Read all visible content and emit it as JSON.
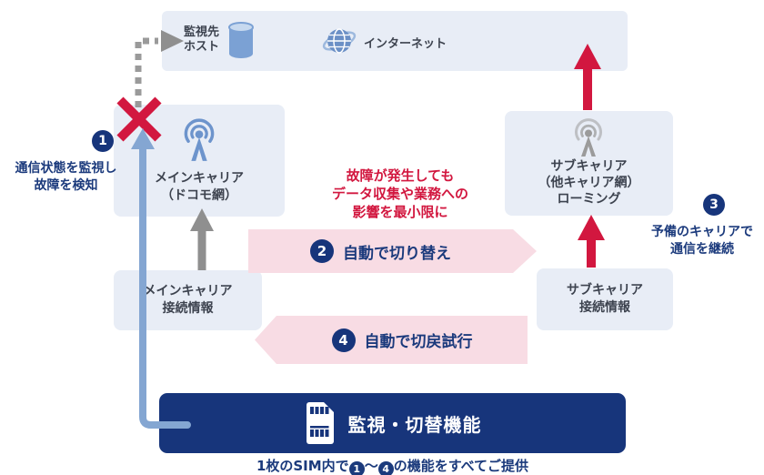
{
  "colors": {
    "navy": "#17357b",
    "navy_text": "#1b3a7c",
    "crimson": "#d2173f",
    "box_blue": "#e8edf6",
    "pink_banner": "#f8dce4",
    "steel_blue_line": "#84a6d2",
    "gray_arrow": "#8f8f8f",
    "icon_blue": "#6d94cc",
    "icon_gray": "#9b9b9b",
    "dark_text": "#3d434f"
  },
  "top_box": {
    "monitor_host_line1": "監視先",
    "monitor_host_line2": "ホスト",
    "internet_label": "インターネット"
  },
  "main_carrier_box": {
    "line1": "メインキャリア",
    "line2": "（ドコモ網）"
  },
  "sub_carrier_box": {
    "line1": "サブキャリア",
    "line2": "（他キャリア網）",
    "line3": "ローミング"
  },
  "main_conn_box": {
    "line1": "メインキャリア",
    "line2": "接続情報"
  },
  "sub_conn_box": {
    "line1": "サブキャリア",
    "line2": "接続情報"
  },
  "center_note": {
    "line1": "故障が発生しても",
    "line2": "データ収集や業務への",
    "line3": "影響を最小限に"
  },
  "steps": {
    "s1": {
      "num": "1",
      "line1": "通信状態を監視し",
      "line2": "故障を検知"
    },
    "s2": {
      "num": "2",
      "label": "自動で切り替え"
    },
    "s3": {
      "num": "3",
      "line1": "予備のキャリアで",
      "line2": "通信を継続"
    },
    "s4": {
      "num": "4",
      "label": "自動で切戻試行"
    }
  },
  "bottom_bar": {
    "label": "監視・切替機能"
  },
  "caption": {
    "pre": "1枚のSIM内で",
    "start_num": "1",
    "tilde": "～",
    "end_num": "4",
    "post": "の機能をすべてご提供"
  },
  "icons": {
    "monitor_host": "database-cylinder-icon",
    "internet": "globe-icon",
    "main_carrier": "antenna-icon",
    "sub_carrier": "antenna-icon",
    "failure_mark": "x-mark-icon",
    "bottom_bar": "sim-card-icon"
  }
}
